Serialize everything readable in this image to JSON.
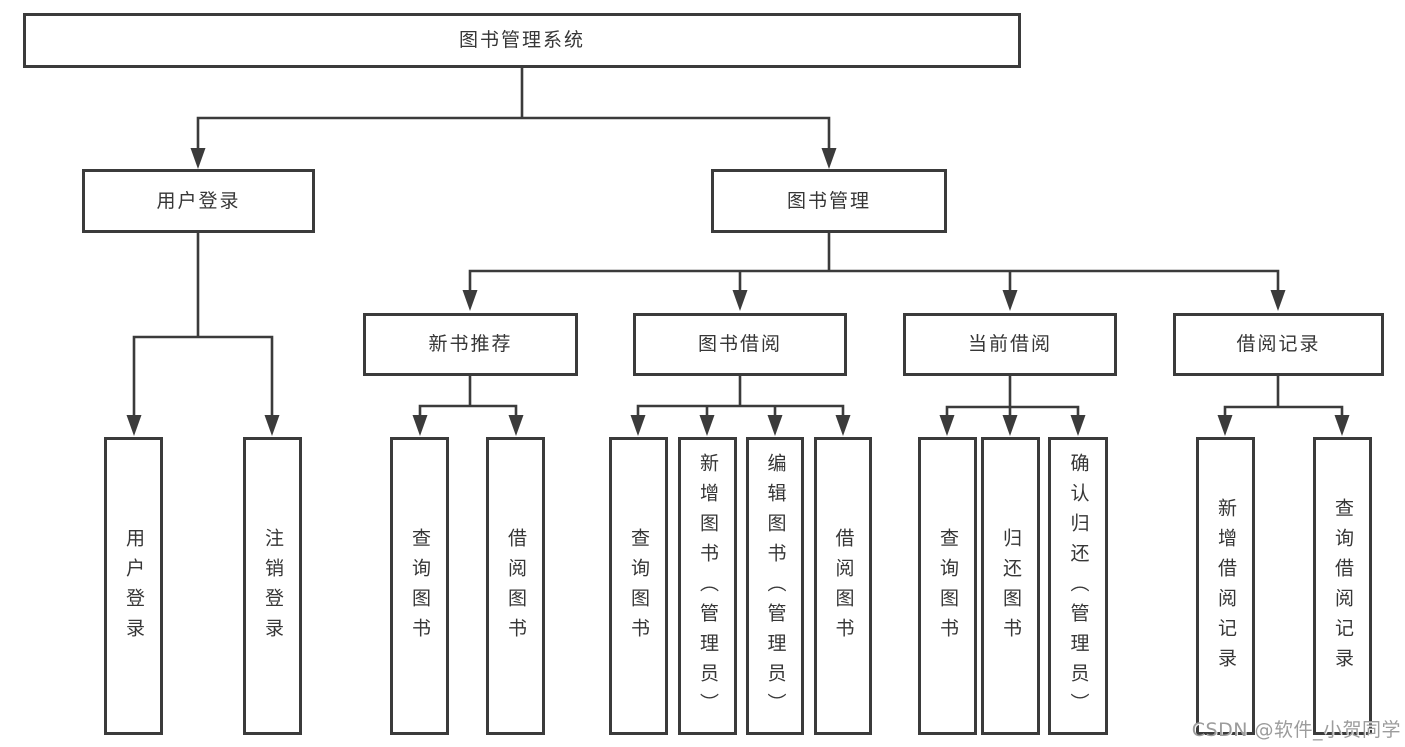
{
  "colors": {
    "line": "#3b3b3b",
    "box_border": "#3b3b3b",
    "box_fill": "#ffffff",
    "text": "#363636",
    "watermark": "#9c9c9c",
    "background": "#ffffff"
  },
  "tree": {
    "root": {
      "label": "图书管理系统"
    },
    "login_branch": {
      "label": "用户登录",
      "leaves": [
        {
          "label": "用户登录"
        },
        {
          "label": "注销登录"
        }
      ]
    },
    "management_branch": {
      "label": "图书管理",
      "sections": [
        {
          "label": "新书推荐",
          "leaves": [
            {
              "label": "查询图书"
            },
            {
              "label": "借阅图书"
            }
          ]
        },
        {
          "label": "图书借阅",
          "leaves": [
            {
              "label": "查询图书"
            },
            {
              "label": "新增图书（管理员）"
            },
            {
              "label": "编辑图书（管理员）"
            },
            {
              "label": "借阅图书"
            }
          ]
        },
        {
          "label": "当前借阅",
          "leaves": [
            {
              "label": "查询图书"
            },
            {
              "label": "归还图书"
            },
            {
              "label": "确认归还（管理员）"
            }
          ]
        },
        {
          "label": "借阅记录",
          "leaves": [
            {
              "label": "新增借阅记录"
            },
            {
              "label": "查询借阅记录"
            }
          ]
        }
      ]
    }
  },
  "watermark": {
    "text": "CSDN @软件_小贺同学"
  }
}
